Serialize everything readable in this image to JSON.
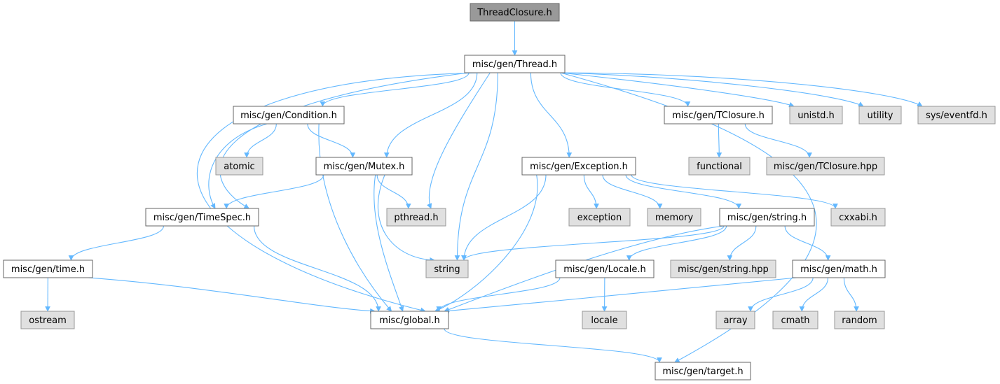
{
  "colors": {
    "edge": "#63b8ff",
    "root_fill": "#999999",
    "root_stroke": "#666666",
    "documented_fill": "#ffffff",
    "documented_stroke": "#666666",
    "external_fill": "#e0e0e0",
    "external_stroke": "#999999"
  },
  "nodes": [
    {
      "id": "threadclosure",
      "label": "ThreadClosure.h",
      "kind": "root"
    },
    {
      "id": "thread",
      "label": "misc/gen/Thread.h",
      "kind": "documented"
    },
    {
      "id": "condition",
      "label": "misc/gen/Condition.h",
      "kind": "documented"
    },
    {
      "id": "tclosure",
      "label": "misc/gen/TClosure.h",
      "kind": "documented"
    },
    {
      "id": "unistd",
      "label": "unistd.h",
      "kind": "external"
    },
    {
      "id": "utility",
      "label": "utility",
      "kind": "external"
    },
    {
      "id": "eventfd",
      "label": "sys/eventfd.h",
      "kind": "external"
    },
    {
      "id": "atomic",
      "label": "atomic",
      "kind": "external"
    },
    {
      "id": "mutex",
      "label": "misc/gen/Mutex.h",
      "kind": "documented"
    },
    {
      "id": "exception_h",
      "label": "misc/gen/Exception.h",
      "kind": "documented"
    },
    {
      "id": "functional",
      "label": "functional",
      "kind": "external"
    },
    {
      "id": "tclosure_hpp",
      "label": "misc/gen/TClosure.hpp",
      "kind": "external"
    },
    {
      "id": "timespec",
      "label": "misc/gen/TimeSpec.h",
      "kind": "documented"
    },
    {
      "id": "pthread",
      "label": "pthread.h",
      "kind": "external"
    },
    {
      "id": "exception",
      "label": "exception",
      "kind": "external"
    },
    {
      "id": "memory",
      "label": "memory",
      "kind": "external"
    },
    {
      "id": "string_h",
      "label": "misc/gen/string.h",
      "kind": "documented"
    },
    {
      "id": "cxxabi",
      "label": "cxxabi.h",
      "kind": "external"
    },
    {
      "id": "time_h",
      "label": "misc/gen/time.h",
      "kind": "documented"
    },
    {
      "id": "string",
      "label": "string",
      "kind": "external"
    },
    {
      "id": "locale_h",
      "label": "misc/gen/Locale.h",
      "kind": "documented"
    },
    {
      "id": "string_hpp",
      "label": "misc/gen/string.hpp",
      "kind": "external"
    },
    {
      "id": "math_h",
      "label": "misc/gen/math.h",
      "kind": "documented"
    },
    {
      "id": "ostream",
      "label": "ostream",
      "kind": "external"
    },
    {
      "id": "global",
      "label": "misc/global.h",
      "kind": "documented"
    },
    {
      "id": "locale",
      "label": "locale",
      "kind": "external"
    },
    {
      "id": "array",
      "label": "array",
      "kind": "external"
    },
    {
      "id": "cmath",
      "label": "cmath",
      "kind": "external"
    },
    {
      "id": "random",
      "label": "random",
      "kind": "external"
    },
    {
      "id": "target",
      "label": "misc/gen/target.h",
      "kind": "documented"
    }
  ],
  "edges": [
    [
      "threadclosure",
      "thread"
    ],
    [
      "thread",
      "condition"
    ],
    [
      "thread",
      "tclosure"
    ],
    [
      "thread",
      "unistd"
    ],
    [
      "thread",
      "utility"
    ],
    [
      "thread",
      "eventfd"
    ],
    [
      "thread",
      "mutex"
    ],
    [
      "thread",
      "exception_h"
    ],
    [
      "thread",
      "timespec"
    ],
    [
      "thread",
      "pthread"
    ],
    [
      "thread",
      "string"
    ],
    [
      "thread",
      "global"
    ],
    [
      "thread",
      "target"
    ],
    [
      "condition",
      "atomic"
    ],
    [
      "condition",
      "mutex"
    ],
    [
      "condition",
      "timespec"
    ],
    [
      "condition",
      "global"
    ],
    [
      "tclosure",
      "functional"
    ],
    [
      "tclosure",
      "tclosure_hpp"
    ],
    [
      "mutex",
      "timespec"
    ],
    [
      "mutex",
      "pthread"
    ],
    [
      "mutex",
      "string"
    ],
    [
      "mutex",
      "global"
    ],
    [
      "exception_h",
      "exception"
    ],
    [
      "exception_h",
      "memory"
    ],
    [
      "exception_h",
      "string_h"
    ],
    [
      "exception_h",
      "cxxabi"
    ],
    [
      "exception_h",
      "string"
    ],
    [
      "exception_h",
      "global"
    ],
    [
      "timespec",
      "time_h"
    ],
    [
      "timespec",
      "global"
    ],
    [
      "time_h",
      "ostream"
    ],
    [
      "time_h",
      "global"
    ],
    [
      "string_h",
      "string"
    ],
    [
      "string_h",
      "locale_h"
    ],
    [
      "string_h",
      "string_hpp"
    ],
    [
      "string_h",
      "math_h"
    ],
    [
      "string_h",
      "global"
    ],
    [
      "locale_h",
      "locale"
    ],
    [
      "locale_h",
      "global"
    ],
    [
      "math_h",
      "array"
    ],
    [
      "math_h",
      "cmath"
    ],
    [
      "math_h",
      "random"
    ],
    [
      "math_h",
      "global"
    ],
    [
      "global",
      "target"
    ]
  ]
}
